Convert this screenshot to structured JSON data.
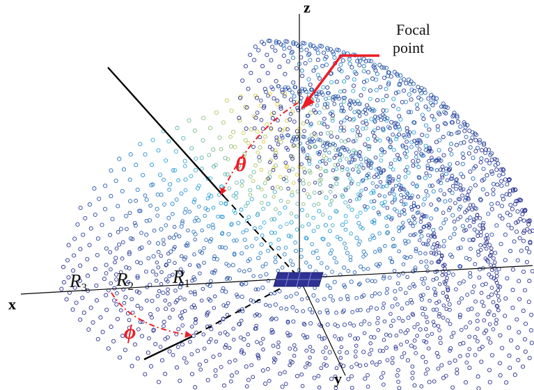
{
  "axes": {
    "x": "x",
    "y": "y",
    "z": "z"
  },
  "focal_point": {
    "line1": "Focal",
    "line2": "point"
  },
  "radii": [
    {
      "symbol": "R",
      "sub": "3"
    },
    {
      "symbol": "R",
      "sub": "2"
    },
    {
      "symbol": "R",
      "sub": "1"
    }
  ],
  "angles": {
    "theta": "θ",
    "phi": "ϕ"
  },
  "colors": {
    "arrow": "#ee1c24",
    "points_low": "#2b2f8f",
    "points_mid": "#27a9e1",
    "points_high": "#f7d21b",
    "array": "#2e3192"
  }
}
